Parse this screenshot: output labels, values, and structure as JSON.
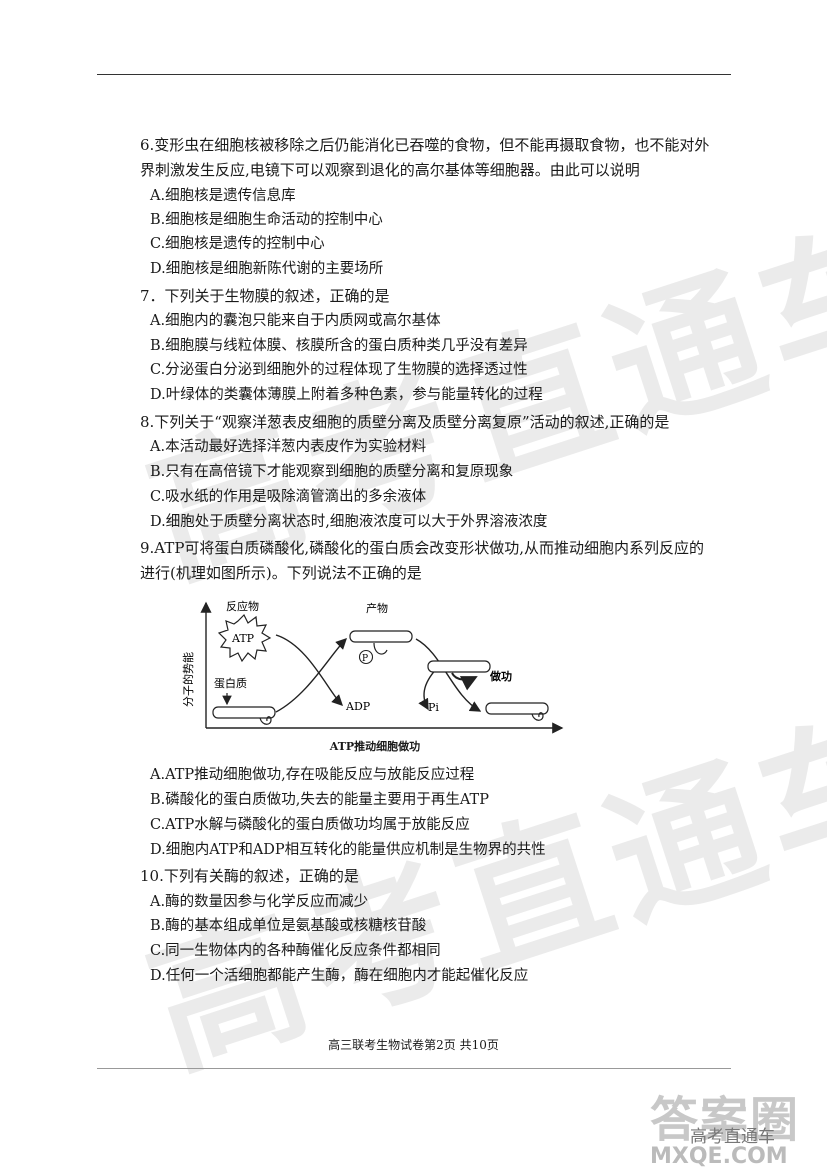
{
  "watermark": "高考直通车",
  "q6": {
    "stem_line1": "6.变形虫在细胞核被移除之后仍能消化已吞噬的食物，但不能再摄取食物，也不能对外",
    "stem_line2": "界刺激发生反应,电镜下可以观察到退化的高尔基体等细胞器。由此可以说明",
    "a": "A.细胞核是遗传信息库",
    "b": "B.细胞核是细胞生命活动的控制中心",
    "c": "C.细胞核是遗传的控制中心",
    "d": "D.细胞核是细胞新陈代谢的主要场所"
  },
  "q7": {
    "stem": "7．下列关于生物膜的叙述，正确的是",
    "a": "A.细胞内的囊泡只能来自于内质网或高尔基体",
    "b": "B.细胞膜与线粒体膜、核膜所含的蛋白质种类几乎没有差异",
    "c": "C.分泌蛋白分泌到细胞外的过程体现了生物膜的选择透过性",
    "d": "D.叶绿体的类囊体薄膜上附着多种色素，参与能量转化的过程"
  },
  "q8": {
    "stem": "8.下列关于“观察洋葱表皮细胞的质壁分离及质壁分离复原”活动的叙述,正确的是",
    "a": "A.本活动最好选择洋葱内表皮作为实验材料",
    "b": "B.只有在高倍镜下才能观察到细胞的质壁分离和复原现象",
    "c": "C.吸水纸的作用是吸除滴管滴出的多余液体",
    "d": "D.细胞处于质壁分离状态时,细胞液浓度可以大于外界溶液浓度"
  },
  "q9": {
    "stem_line1": "9.ATP可将蛋白质磷酸化,磷酸化的蛋白质会改变形状做功,从而推动细胞内系列反应的",
    "stem_line2": "进行(机理如图所示)。下列说法不正确的是",
    "a": "A.ATP推动细胞做功,存在吸能反应与放能反应过程",
    "b": "B.磷酸化的蛋白质做功,失去的能量主要用于再生ATP",
    "c": "C.ATP水解与磷酸化的蛋白质做功均属于放能反应",
    "d": "D.细胞内ATP和ADP相互转化的能量供应机制是生物界的共性"
  },
  "figure": {
    "y_axis": "分子的势能",
    "reactant": "反应物",
    "atp": "ATP",
    "protein": "蛋白质",
    "product": "产物",
    "p_label": "P",
    "adp": "ADP",
    "pi": "Pi",
    "work": "做功",
    "caption": "ATP推动细胞做功"
  },
  "q10": {
    "stem": "10.下列有关酶的叙述，正确的是",
    "a": "A.酶的数量因参与化学反应而减少",
    "b": "B.酶的基本组成单位是氨基酸或核糖核苷酸",
    "c": "C.同一生物体内的各种酶催化反应条件都相同",
    "d": "D.任何一个活细胞都能产生酶，酶在细胞内才能起催化反应"
  },
  "footer": "高三联考生物试卷第2页 共10页",
  "brand": {
    "mark": "答案圈",
    "name": "高考直通车",
    "url": "MXQE.COM"
  }
}
